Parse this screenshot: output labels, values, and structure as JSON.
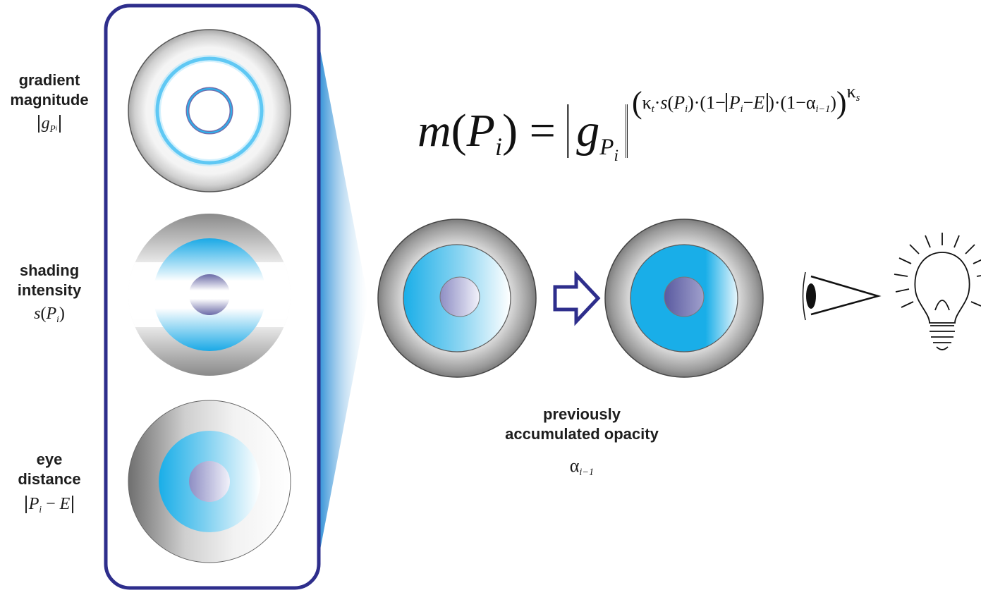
{
  "left_panel": {
    "gradient": {
      "label_line1": "gradient",
      "label_line2": "magnitude",
      "symbol_g": "g",
      "symbol_sub": "P",
      "symbol_subsub": "i"
    },
    "shading": {
      "label_line1": "shading",
      "label_line2": "intensity",
      "symbol_s": "s",
      "symbol_P": "P",
      "symbol_i": "i"
    },
    "eye": {
      "label_line1": "eye",
      "label_line2": "distance",
      "symbol_P": "P",
      "symbol_i": "i",
      "symbol_E": "E"
    }
  },
  "formula": {
    "lhs": "m",
    "lhs_P": "P",
    "lhs_i": "i",
    "equals": "=",
    "g": "g",
    "g_sub": "P",
    "g_subsub": "i",
    "exp_kappa_t": "κ",
    "exp_t": "t",
    "exp_s": "s",
    "exp_P": "P",
    "exp_i": "i",
    "exp_E": "E",
    "exp_one": "1",
    "exp_alpha": "α",
    "exp_alpha_sub": "i−1",
    "exp_kappa_s": "κ",
    "exp_kappa_s_sub": "s"
  },
  "accumulated": {
    "label_line1": "previously",
    "label_line2": "accumulated opacity",
    "symbol": "α",
    "symbol_sub": "i−1"
  },
  "colors": {
    "panel_border": "#2e2e8c",
    "cyan": "#19aee8",
    "arrow": "#2e2e8c"
  },
  "icons": [
    "eye-icon",
    "light-bulb-icon",
    "right-arrow-icon"
  ]
}
